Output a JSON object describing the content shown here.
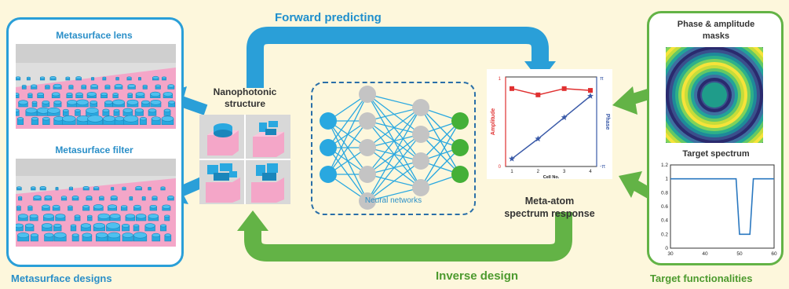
{
  "left_panel": {
    "lens_title": "Metasurface lens",
    "filter_title": "Metasurface filter",
    "caption": "Metasurface designs"
  },
  "center": {
    "nano_title": "Nanophotonic structure",
    "nn_caption": "Neural networks",
    "forward_label": "Forward predicting",
    "inverse_label": "Inverse design"
  },
  "response_chart": {
    "caption_line1": "Meta-atom",
    "caption_line2": "spectrum response",
    "y_left_label": "Amplitude",
    "y_right_label": "Phase",
    "x_label": "Cell No.",
    "y_left_ticks": [
      "0",
      "1"
    ],
    "y_right_ticks": [
      "π",
      "-π"
    ],
    "x_ticks": [
      "1",
      "2",
      "3",
      "4"
    ]
  },
  "right_panel": {
    "mask_title_line1": "Phase & amplitude",
    "mask_title_line2": "masks",
    "spectrum_title": "Target spectrum",
    "caption": "Target functionalities",
    "y_ticks": [
      "1.2",
      "1",
      "0.8",
      "0.6",
      "0.4",
      "0.2",
      "0"
    ],
    "x_ticks": [
      "30",
      "40",
      "50",
      "60"
    ]
  },
  "colors": {
    "blue": "#2a9fd8",
    "green": "#63b346",
    "amplitude": "#e03030",
    "phase": "#3a5aa8",
    "pillar": "#29a8e0",
    "substrate": "#f4a6c8"
  },
  "chart_data": [
    {
      "type": "line",
      "x_label": "Cell No.",
      "x": [
        1,
        2,
        3,
        4
      ],
      "series": [
        {
          "name": "Amplitude",
          "values": [
            0.87,
            0.8,
            0.87,
            0.85
          ]
        },
        {
          "name": "Phase",
          "values": [
            -2.6,
            -1.2,
            0.3,
            1.8
          ]
        }
      ],
      "ylim_left": [
        0,
        1
      ],
      "ylim_right": [
        "-π",
        "π"
      ]
    },
    {
      "type": "line",
      "title": "Target spectrum",
      "x": [
        30,
        48,
        49,
        50,
        53,
        54,
        60
      ],
      "y": [
        1,
        1,
        1,
        0.2,
        0.2,
        1,
        1
      ],
      "xlim": [
        30,
        60
      ],
      "ylim": [
        0,
        1.2
      ]
    }
  ]
}
